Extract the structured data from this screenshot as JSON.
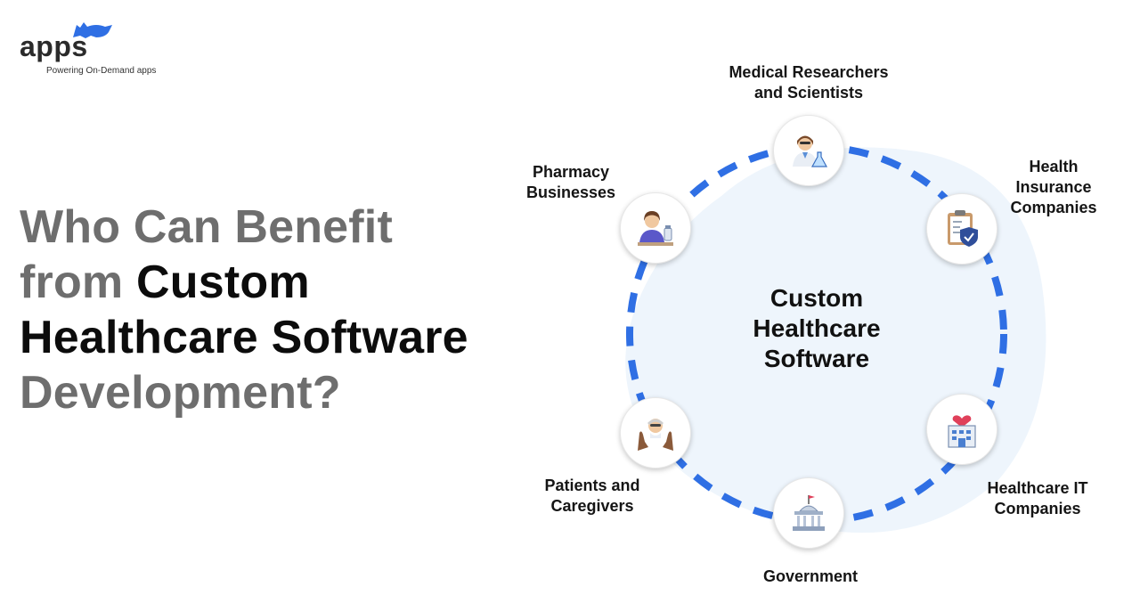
{
  "brand": {
    "name": "apps",
    "tagline": "Powering On-Demand apps"
  },
  "headline": {
    "part1": "Who Can Benefit",
    "part2": "from",
    "part3": "Custom",
    "part4": "Healthcare Software",
    "part5": "Development?"
  },
  "diagram": {
    "center": [
      "Custom",
      "Healthcare",
      "Software"
    ],
    "nodes": [
      {
        "label": [
          "Medical Researchers",
          "and Scientists"
        ],
        "icon": "scientist-icon"
      },
      {
        "label": [
          "Health",
          "Insurance",
          "Companies"
        ],
        "icon": "insurance-clipboard-shield-icon"
      },
      {
        "label": [
          "Healthcare IT",
          "Companies"
        ],
        "icon": "hospital-building-icon"
      },
      {
        "label": [
          "Government"
        ],
        "icon": "government-building-icon"
      },
      {
        "label": [
          "Patients and",
          "Caregivers"
        ],
        "icon": "patient-caregiver-hands-icon"
      },
      {
        "label": [
          "Pharmacy",
          "Businesses"
        ],
        "icon": "pharmacist-icon"
      }
    ],
    "colors": {
      "ring": "#2f6fe4",
      "blob": "#eef5fc",
      "muted_text": "#6e6e6e",
      "brand_blue": "#2f6fe4"
    }
  }
}
